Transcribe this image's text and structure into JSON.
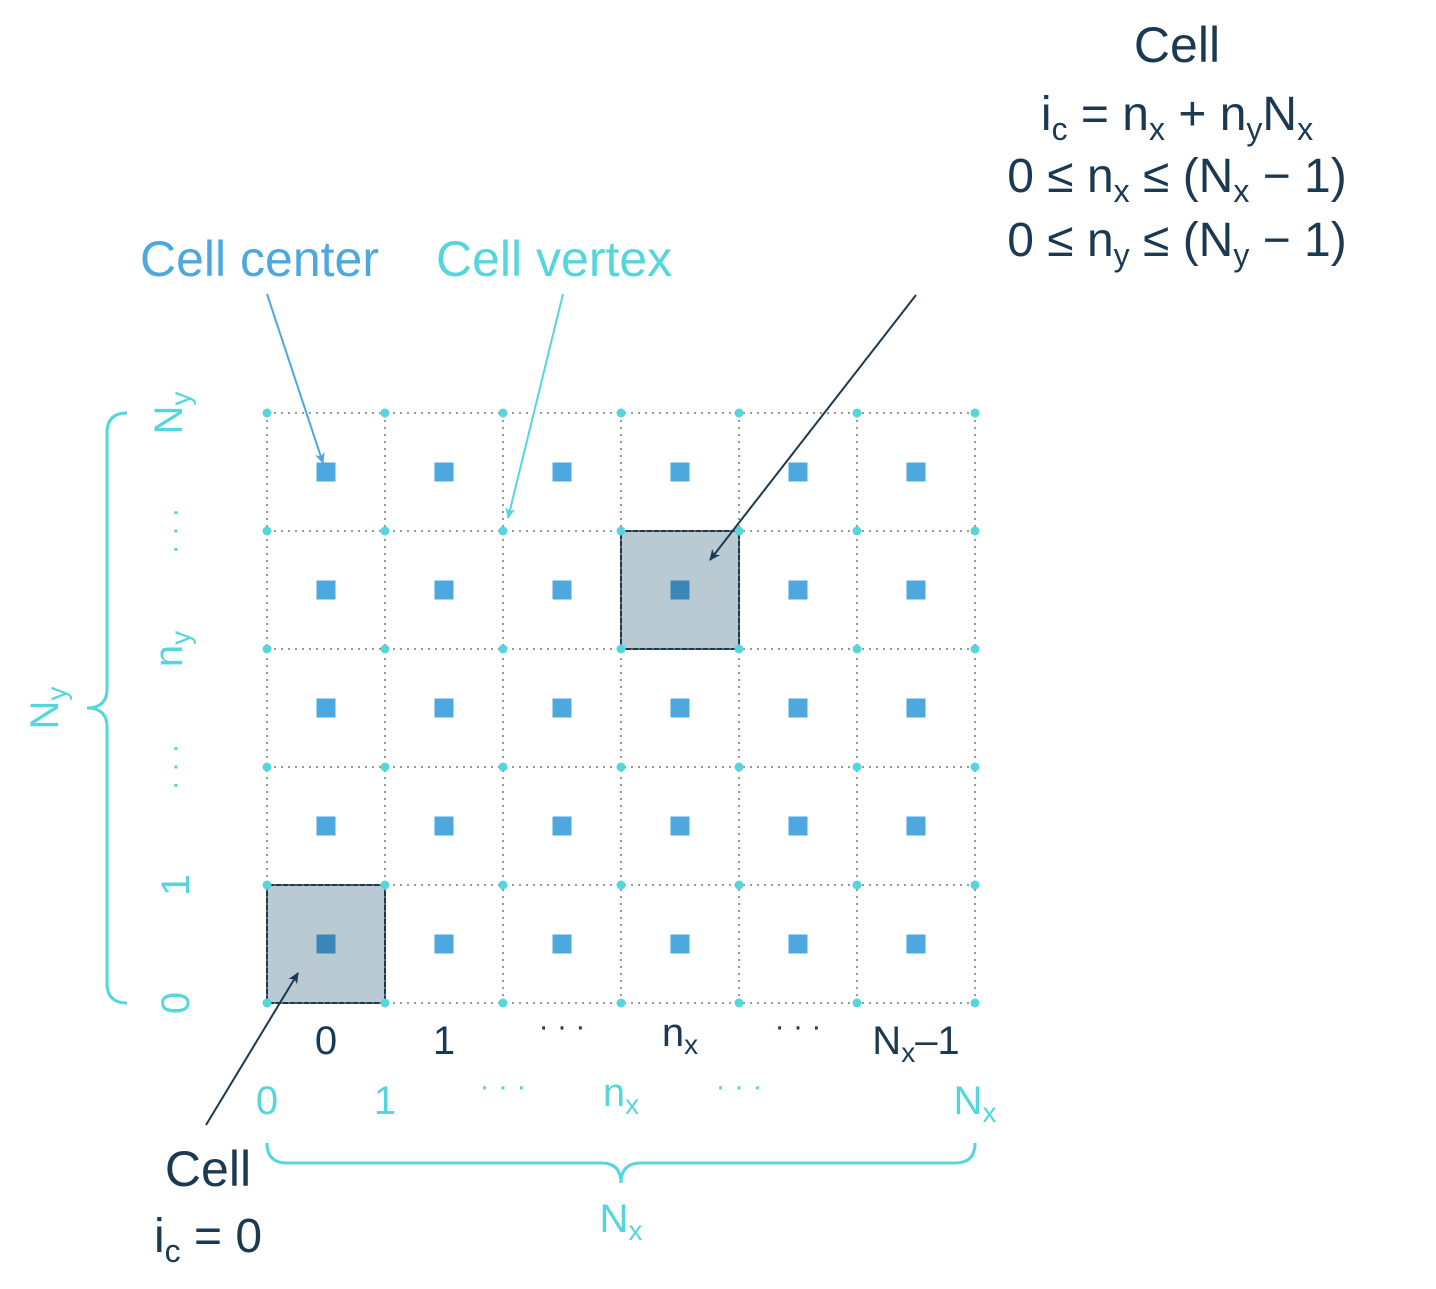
{
  "colors": {
    "center": "#4ea8e0",
    "center_dark": "#3a86b8",
    "vertex": "#55d6dd",
    "dark": "#1b3a52",
    "highlight_fill": "#8aa7b5",
    "grid": "#777777"
  },
  "grid": {
    "nx_cells": 6,
    "ny_cells": 5,
    "highlight_cells": [
      [
        0,
        0
      ],
      [
        3,
        3
      ]
    ]
  },
  "labels": {
    "cell_center": "Cell center",
    "cell_vertex": "Cell vertex",
    "cell_top": {
      "title": "Cell",
      "eq1": {
        "i": "i",
        "c": "c",
        "eq": " = n",
        "x1": "x",
        "plus": " + n",
        "y": "y",
        "N": "N",
        "x2": "x"
      },
      "eq2": {
        "a": "0 ≤ n",
        "x": "x",
        "b": " ≤ (N",
        "x2": "x",
        "c": " − 1)"
      },
      "eq3": {
        "a": "0 ≤ n",
        "y": "y",
        "b": " ≤ (N",
        "y2": "y",
        "c": " − 1)"
      }
    },
    "cell_bottom": {
      "title": "Cell",
      "i": "i",
      "c": "c",
      "eq": " = 0"
    },
    "cell_index_x": {
      "zero": "0",
      "one": "1",
      "dots1": "· · ·",
      "nx_n": "n",
      "nx_x": "x",
      "dots2": "· · ·",
      "last_N": "N",
      "last_x": "x",
      "last_minus": "–1"
    },
    "vertex_index_x": {
      "zero": "0",
      "one": "1",
      "dots1": "· · ·",
      "nx_n": "n",
      "nx_x": "x",
      "dots2": "· · ·",
      "N": "N",
      "x": "x"
    },
    "vertex_index_y": {
      "zero": "0",
      "one": "1",
      "dots1": "· · ·",
      "ny_n": "n",
      "ny_y": "y",
      "dots2": "· · ·",
      "N": "N",
      "y": "y"
    },
    "brace_x": {
      "N": "N",
      "x": "x"
    },
    "brace_y": {
      "N": "N",
      "y": "y"
    }
  }
}
